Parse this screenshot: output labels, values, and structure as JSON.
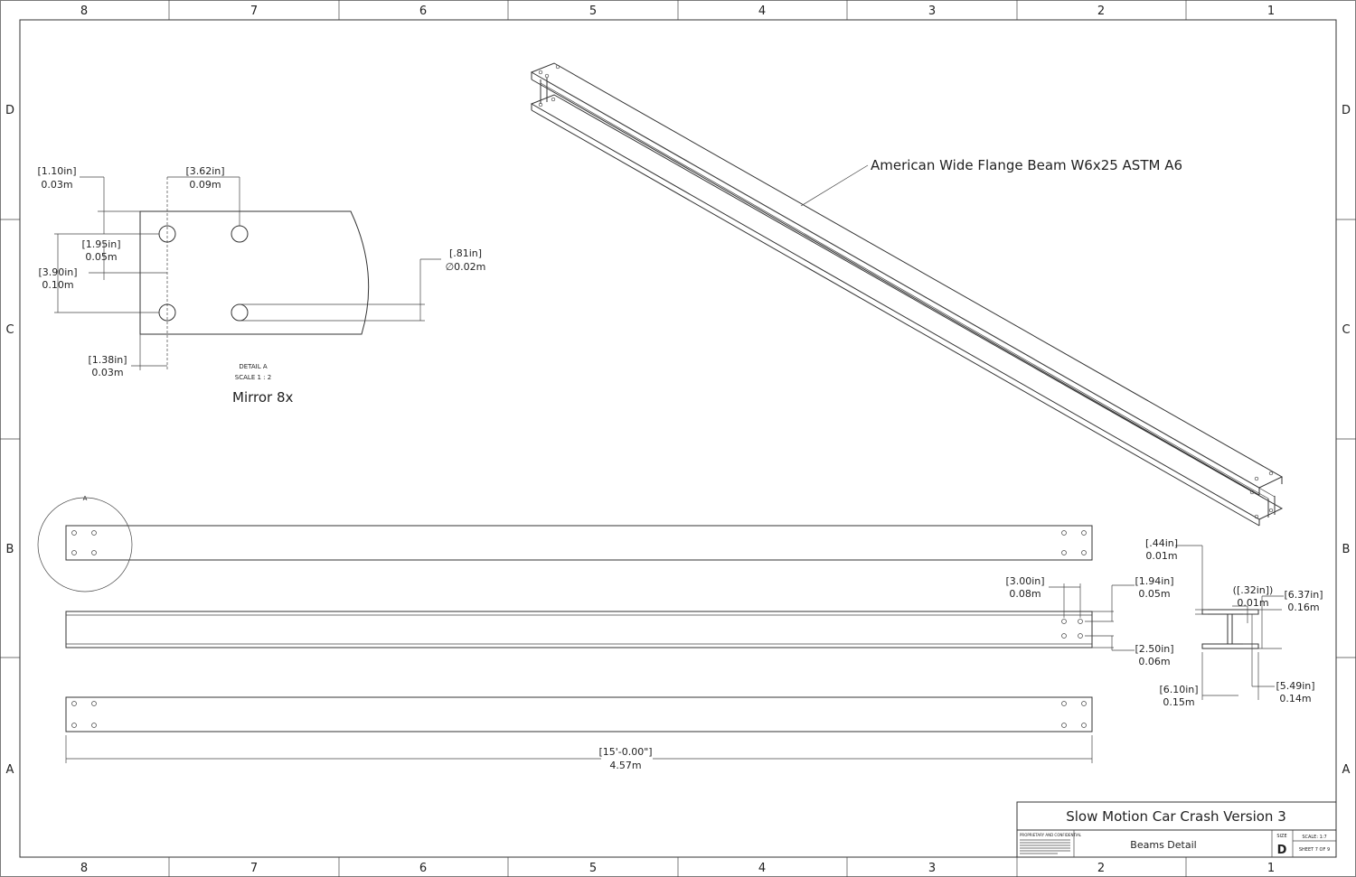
{
  "zones": {
    "columns": [
      "8",
      "7",
      "6",
      "5",
      "4",
      "3",
      "2",
      "1"
    ],
    "rows": [
      "D",
      "C",
      "B",
      "A"
    ]
  },
  "beam_label": "American Wide Flange Beam W6x25 ASTM A6",
  "detail": {
    "name": "DETAIL A",
    "scale": "SCALE 1 : 2",
    "note": "Mirror 8x",
    "callout": "A",
    "dims": {
      "d1": {
        "in": "[1.10in]",
        "m": "0.03m"
      },
      "d2": {
        "in": "[3.62in]",
        "m": "0.09m"
      },
      "d3": {
        "in": "[1.95in]",
        "m": "0.05m"
      },
      "d4": {
        "in": "[3.90in]",
        "m": "0.10m"
      },
      "d5": {
        "in": "[.81in]",
        "m": "∅0.02m"
      },
      "d6": {
        "in": "[1.38in]",
        "m": "0.03m"
      }
    }
  },
  "views": {
    "length": {
      "in": "[15'-0.00\"]",
      "m": "4.57m"
    },
    "hole_x": {
      "in": "[3.00in]",
      "m": "0.08m"
    },
    "hole_top": {
      "in": "[1.94in]",
      "m": "0.05m"
    },
    "hole_bot": {
      "in": "[2.50in]",
      "m": "0.06m"
    }
  },
  "section": {
    "flange_t": {
      "in": "[.44in]",
      "m": "0.01m"
    },
    "web_t": {
      "in": "([.32in])",
      "m": "0.01m"
    },
    "depth": {
      "in": "[6.37in]",
      "m": "0.16m"
    },
    "width": {
      "in": "[6.10in]",
      "m": "0.15m"
    },
    "inner": {
      "in": "[5.49in]",
      "m": "0.14m"
    }
  },
  "title_block": {
    "title": "Slow Motion Car Crash Version 3",
    "subtitle": "Beams Detail",
    "size_label": "SIZE",
    "size": "D",
    "scale": "SCALE: 1:7",
    "sheet": "SHEET 7 OF 9",
    "proprietary": "PROPRIETARY AND CONFIDENTIAL"
  }
}
